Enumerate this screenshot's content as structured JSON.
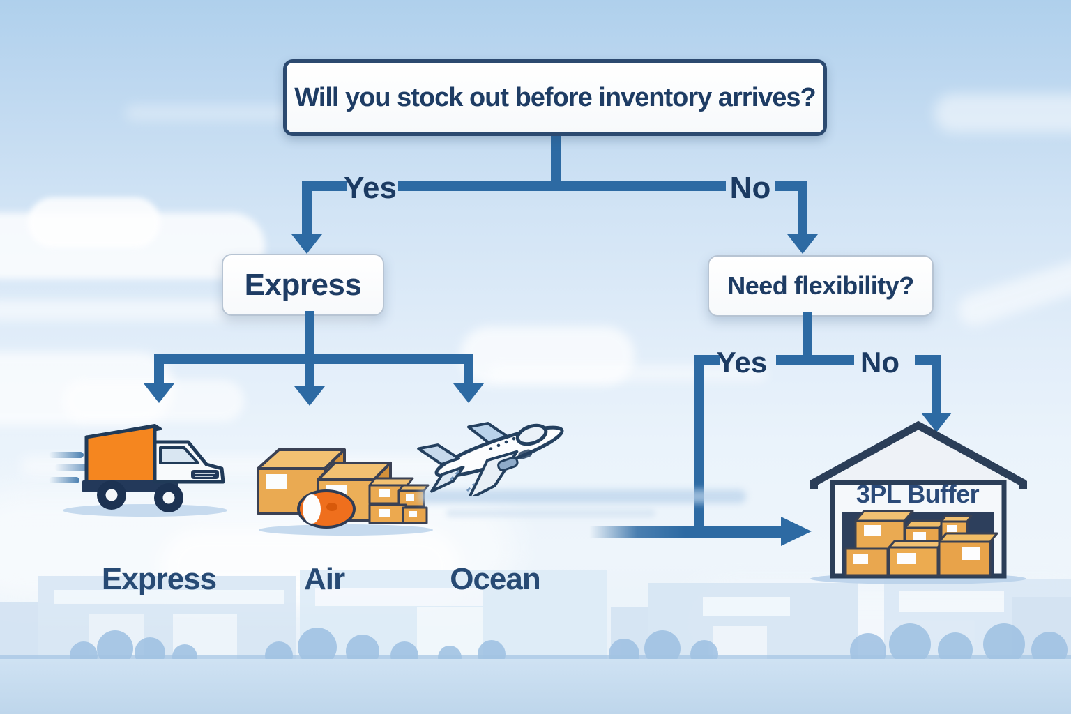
{
  "diagram": {
    "root_question": "Will you stock out before inventory arrives?",
    "root_branches": {
      "yes": "Yes",
      "no": "No"
    },
    "yes_path": {
      "node": "Express",
      "options": [
        {
          "label": "Express",
          "icon": "truck-icon"
        },
        {
          "label": "Air",
          "icon": "boxes-icon"
        },
        {
          "label": "Ocean",
          "icon": "plane-icon"
        }
      ]
    },
    "no_path": {
      "node": "Need flexibility?",
      "branches": {
        "yes": "Yes",
        "no": "No"
      },
      "result": {
        "label": "3PL Buffer",
        "icon": "warehouse-icon"
      }
    }
  },
  "colors": {
    "connector": "#2d6aa3",
    "text_navy": "#1e3c64",
    "node_fill": "#fdfefe",
    "node_border_dark": "#2c4a70",
    "node_border_light": "#b7c4d3",
    "truck_orange": "#f5861f",
    "cardboard_tan": "#eaaa52",
    "warehouse_navy": "#2b3e58",
    "sky_top": "#afd0ec",
    "sky_bottom": "#eef5fb"
  }
}
